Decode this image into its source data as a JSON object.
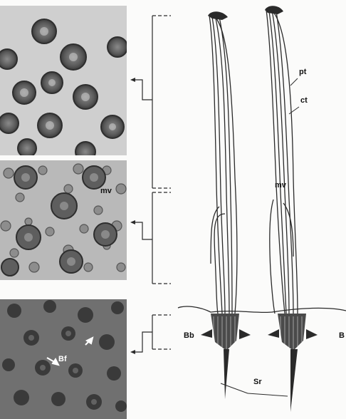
{
  "labels": {
    "pt": "pt",
    "ct": "ct",
    "mv_diagram": "mv",
    "mv_micrograph": "mv",
    "bb_left": "Bb",
    "bb_right": "B",
    "sr": "Sr",
    "bf": "Bf"
  },
  "colors": {
    "line": "#2a2a2a",
    "background": "#fbfbfa",
    "micrograph_top": "#c9c9c9",
    "micrograph_mid": "#b7b7b7",
    "micrograph_bottom": "#6f6f6f"
  }
}
